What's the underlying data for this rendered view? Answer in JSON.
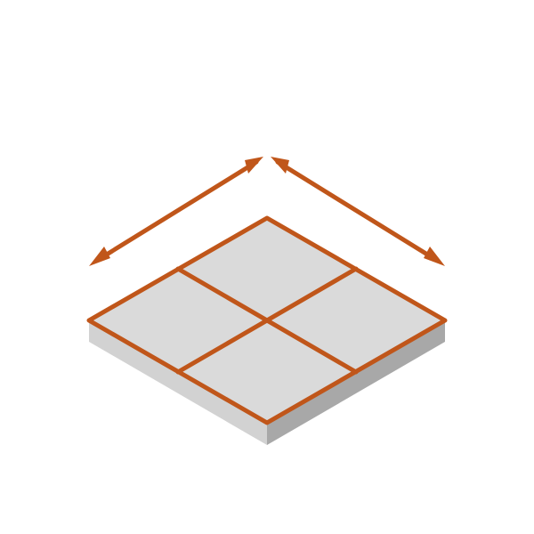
{
  "diagram": {
    "kind": "isometric-tile-with-dimension-arrows",
    "grid": {
      "rows": 2,
      "cols": 2
    },
    "colors": {
      "background": "#ffffff",
      "accent": "#c0561a",
      "tile_top": "#dadada",
      "side_left": "#d2d2d2",
      "side_right": "#a8a8a8"
    },
    "icons": [
      "dimension-arrow-left",
      "dimension-arrow-right"
    ]
  }
}
